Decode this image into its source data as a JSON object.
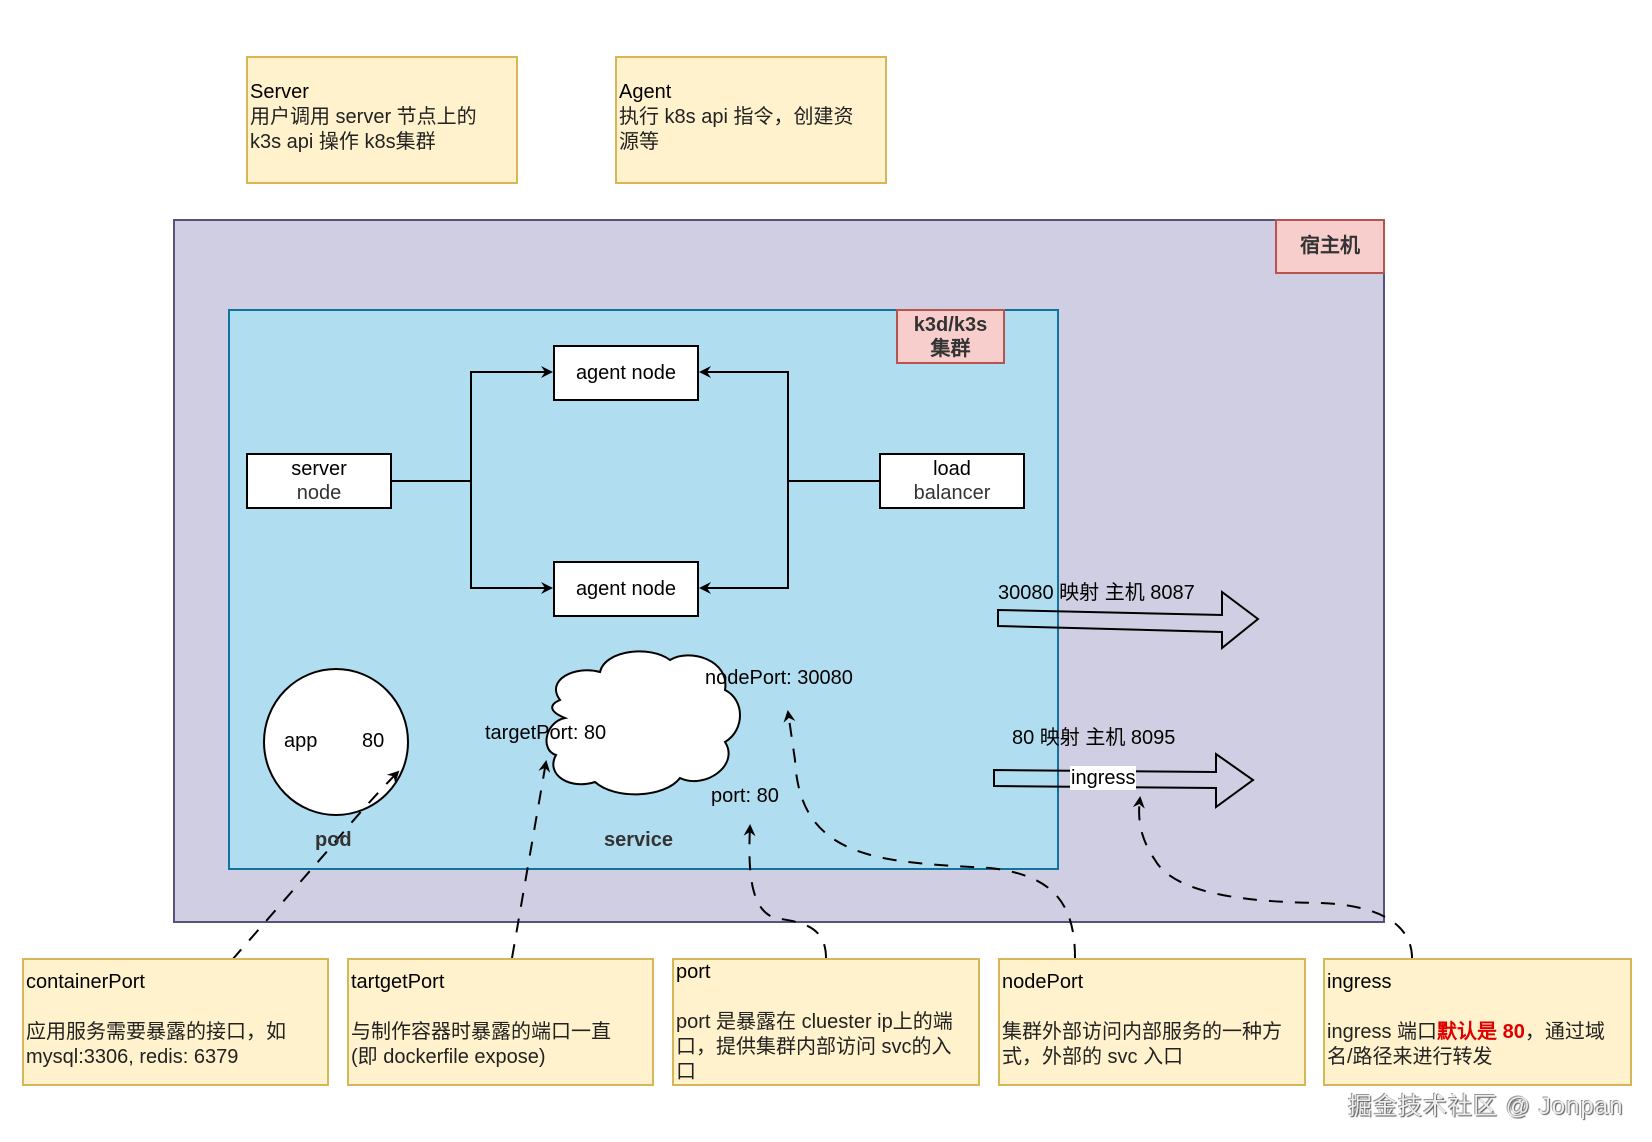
{
  "top_notes": {
    "server": {
      "title": "Server",
      "lines": [
        "用户调用 server 节点上的",
        "k3s api 操作 k8s集群"
      ]
    },
    "agent": {
      "title": "Agent",
      "lines": [
        "执行 k8s api 指令，创建资",
        "源等"
      ]
    }
  },
  "host": {
    "label": "宿主机"
  },
  "cluster": {
    "label_line1": "k3d/k3s",
    "label_line2": "集群"
  },
  "nodes": {
    "agent_top": "agent node",
    "agent_bottom": "agent node",
    "server_line1": "server",
    "server_line2": "node",
    "lb_line1": "load",
    "lb_line2": "balancer"
  },
  "mappings": {
    "nodeport_map": "30080  映射 主机 8087",
    "ingress_map": "80  映射   主机 8095",
    "ingress_label": "ingress"
  },
  "pod": {
    "app": "app",
    "port": "80",
    "label": "pod"
  },
  "service": {
    "label": "service",
    "target_port": "targetPort: 80",
    "port": "port: 80",
    "node_port": "nodePort: 30080"
  },
  "bottom_notes": [
    {
      "title": "containerPort",
      "lines": [
        "应用服务需要暴露的接口，如",
        "mysql:3306, redis: 6379"
      ]
    },
    {
      "title": "tartgetPort",
      "lines": [
        "与制作容器时暴露的端口一直",
        "(即 dockerfile expose)"
      ]
    },
    {
      "title": "port",
      "lines": [
        "port 是暴露在 cluester ip上的端",
        "口，提供集群内部访问 svc的入",
        "口"
      ]
    },
    {
      "title": "nodePort",
      "lines": [
        "集群外部访问内部服务的一种方",
        "式，外部的 svc 入口"
      ]
    },
    {
      "title": "ingress",
      "line1_prefix": "ingress 端口",
      "line1_highlight": "默认是 80",
      "line1_suffix": "，通过域",
      "line2": "名/路径来进行转发"
    }
  ],
  "watermark": "掘金技术社区 @ Jonpan",
  "colors": {
    "note_fill": "#fff2cc",
    "note_border": "#d6b656",
    "host_fill": "#d0cee2",
    "host_border": "#56517e",
    "cluster_fill": "#b1ddf0",
    "cluster_border": "#10739e",
    "tag_fill": "#f8cecc",
    "tag_border": "#b85450",
    "highlight": "#e00000"
  }
}
